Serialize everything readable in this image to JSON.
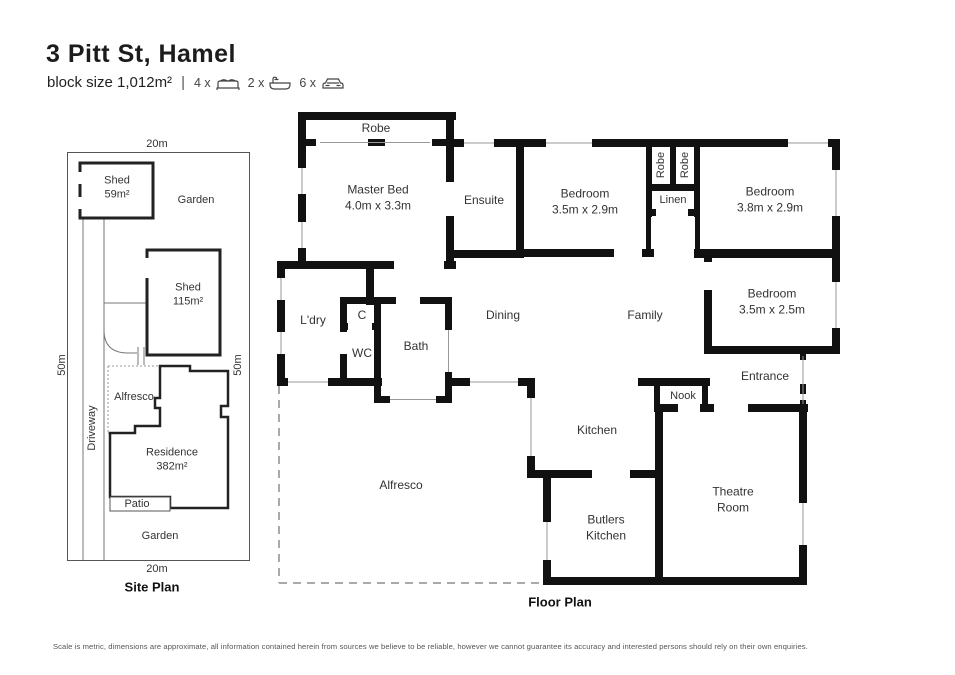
{
  "header": {
    "title": "3 Pitt St, Hamel",
    "block_size": "block size 1,012m²",
    "separator": "|",
    "beds_count": "4 x",
    "baths_count": "2 x",
    "cars_count": "6 x"
  },
  "site_plan": {
    "title": "Site Plan",
    "dim_top": "20m",
    "dim_bottom": "20m",
    "dim_left": "50m",
    "dim_right": "50m",
    "shed1": {
      "name": "Shed",
      "area": "59m²"
    },
    "garden_top": "Garden",
    "shed2": {
      "name": "Shed",
      "area": "115m²"
    },
    "driveway": "Driveway",
    "alfresco": "Alfresco",
    "residence": {
      "name": "Residence",
      "area": "382m²"
    },
    "patio": "Patio",
    "garden_bottom": "Garden"
  },
  "floor_plan": {
    "title": "Floor Plan",
    "rooms": {
      "robe_top": "Robe",
      "master": {
        "name": "Master Bed",
        "dims": "4.0m x 3.3m"
      },
      "ensuite": "Ensuite",
      "bedroom2": {
        "name": "Bedroom",
        "dims": "3.5m x 2.9m"
      },
      "robe_left": "Robe",
      "robe_right": "Robe",
      "linen": "Linen",
      "bedroom3": {
        "name": "Bedroom",
        "dims": "3.8m x 2.9m"
      },
      "bedroom4": {
        "name": "Bedroom",
        "dims": "3.5m x 2.5m"
      },
      "laundry": "L'dry",
      "cupboard": "C",
      "wc": "WC",
      "bath": "Bath",
      "dining": "Dining",
      "family": "Family",
      "entrance": "Entrance",
      "nook": "Nook",
      "kitchen": "Kitchen",
      "alfresco": "Alfresco",
      "butlers": {
        "line1": "Butlers",
        "line2": "Kitchen"
      },
      "theatre": {
        "line1": "Theatre",
        "line2": "Room"
      }
    }
  },
  "footer": {
    "disclaimer": "Scale is metric, dimensions are approximate, all information contained herein from sources we believe to be reliable, however we cannot guarantee its accuracy and interested persons should rely on their own enquiries."
  },
  "colors": {
    "wall": "#111111",
    "text": "#333333"
  }
}
